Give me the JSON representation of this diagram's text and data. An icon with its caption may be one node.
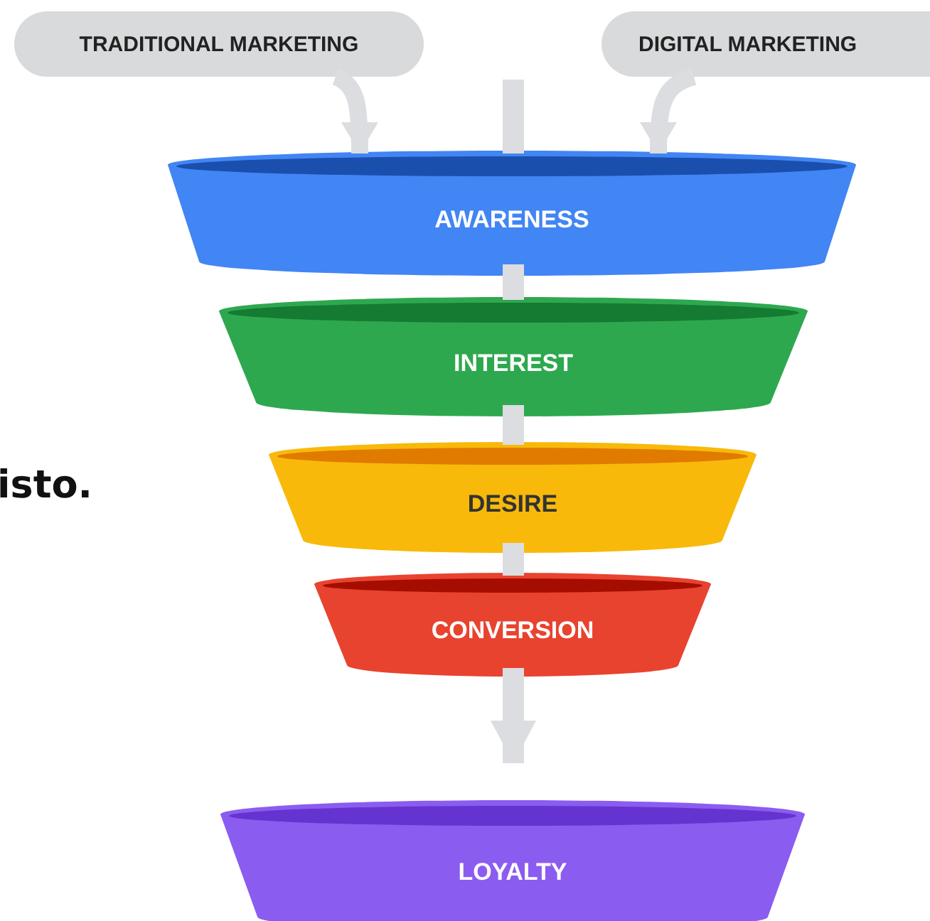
{
  "diagram": {
    "nodes": [
      {
        "text": [
          "TRADITIONAL MARKETING"
        ]
      },
      {
        "text": [
          "DIGITAL MARKETING"
        ]
      },
      {
        "text": [
          "AWARENESS"
        ]
      },
      {
        "text": [
          "INTEREST"
        ]
      },
      {
        "text": [
          "DESIRE"
        ]
      },
      {
        "text": [
          "CONVERSION"
        ]
      },
      {
        "text": [
          "LOYALTY"
        ]
      }
    ],
    "edges": [
      {
        "from": 0,
        "to": 2,
        "arrow": "to"
      },
      {
        "from": 1,
        "to": 2,
        "arrow": "to"
      },
      {
        "from": null,
        "to": 2,
        "arrow": "none"
      },
      {
        "from": 2,
        "to": 3,
        "arrow": "none"
      },
      {
        "from": 3,
        "to": 4,
        "arrow": "none"
      },
      {
        "from": 4,
        "to": 5,
        "arrow": "none"
      },
      {
        "from": 5,
        "to": 6,
        "arrow": "to"
      }
    ],
    "labels": [
      "isto."
    ]
  }
}
